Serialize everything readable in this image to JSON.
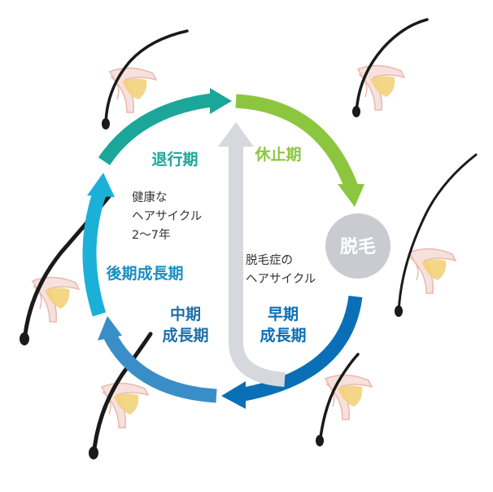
{
  "phases": {
    "taishi": "休止期",
    "datsumou": "脱毛",
    "souki_line1": "早期",
    "souki_line2": "成長期",
    "chuuki_line1": "中期",
    "chuuki_line2": "成長期",
    "kouki": "後期成長期",
    "taikou": "退行期"
  },
  "notes": {
    "healthy_line1": "健康な",
    "healthy_line2": "ヘアサイクル",
    "healthy_line3": "2～7年",
    "alopecia_line1": "脱毛症の",
    "alopecia_line2": "ヘアサイクル"
  },
  "colors": {
    "resting": "#8cc63f",
    "early_growth": "#0a6fb6",
    "mid_growth": "#3a8ec8",
    "late_growth": "#1bb0d8",
    "regression": "#1aa79a",
    "shedding_circle": "#c9cbd1",
    "short_cycle_arrow": "#d6d8dd",
    "hair": "#1a1a1a",
    "follicle": "#f5dcd6",
    "bulb": "#f3d27a"
  },
  "icons": [
    "hair-follicle-icon"
  ]
}
